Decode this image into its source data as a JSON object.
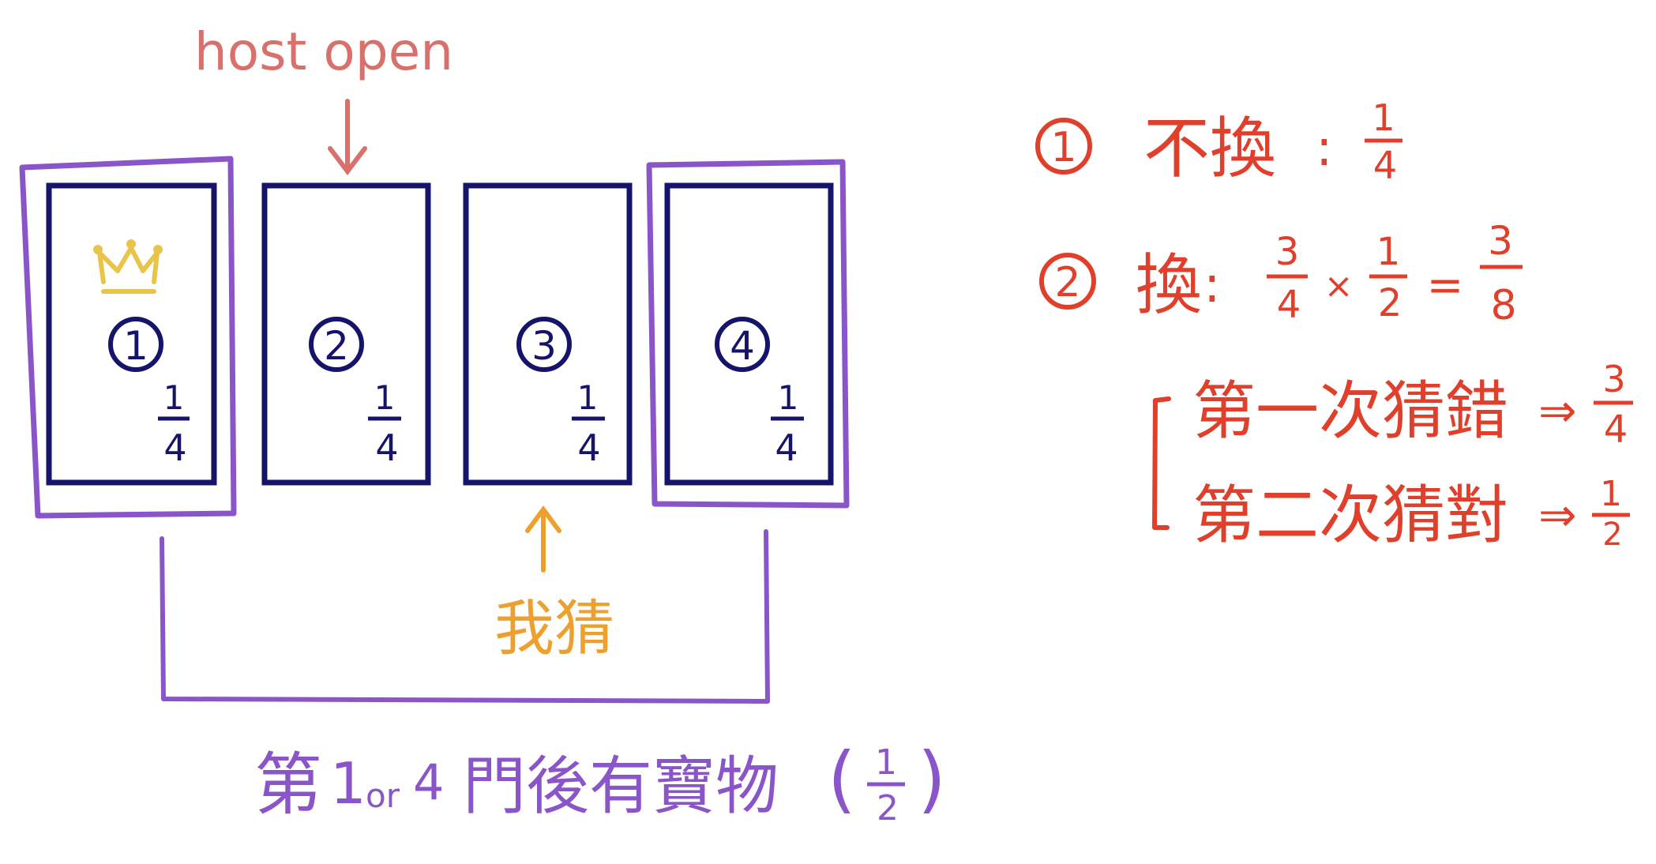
{
  "host_label": "host open",
  "guess_label": "我猜",
  "crown_icon": "crown-icon",
  "doors": [
    {
      "number": "1",
      "probability": "1/4",
      "prob_num": "1",
      "prob_den": "4",
      "has_treasure": true
    },
    {
      "number": "2",
      "probability": "1/4",
      "prob_num": "1",
      "prob_den": "4",
      "has_treasure": false
    },
    {
      "number": "3",
      "probability": "1/4",
      "prob_num": "1",
      "prob_den": "4",
      "has_treasure": false
    },
    {
      "number": "4",
      "probability": "1/4",
      "prob_num": "1",
      "prob_den": "4",
      "has_treasure": false
    }
  ],
  "bottom_caption": {
    "pre": "第",
    "one": "1",
    "or": "or",
    "four": "4",
    "post": "門後有寶物",
    "frac_num": "1",
    "frac_den": "2"
  },
  "results": {
    "no_switch": {
      "marker": "1",
      "label": "不換",
      "sep": ":",
      "num": "1",
      "den": "4"
    },
    "switch": {
      "marker": "2",
      "label": "換",
      "sep": ":",
      "f1_num": "3",
      "f1_den": "4",
      "times": "×",
      "f2_num": "1",
      "f2_den": "2",
      "equals": "=",
      "r_num": "3",
      "r_den": "8"
    },
    "breakdown": [
      {
        "text": "第一次猜錯",
        "arrow": "⇒",
        "num": "3",
        "den": "4"
      },
      {
        "text": "第二次猜對",
        "arrow": "⇒",
        "num": "1",
        "den": "2"
      }
    ]
  },
  "colors": {
    "navy": "#15146a",
    "purple": "#8a55c9",
    "red": "#e0402b",
    "pink": "#d8716c",
    "orange": "#eda02e",
    "gold": "#e8c44a"
  }
}
